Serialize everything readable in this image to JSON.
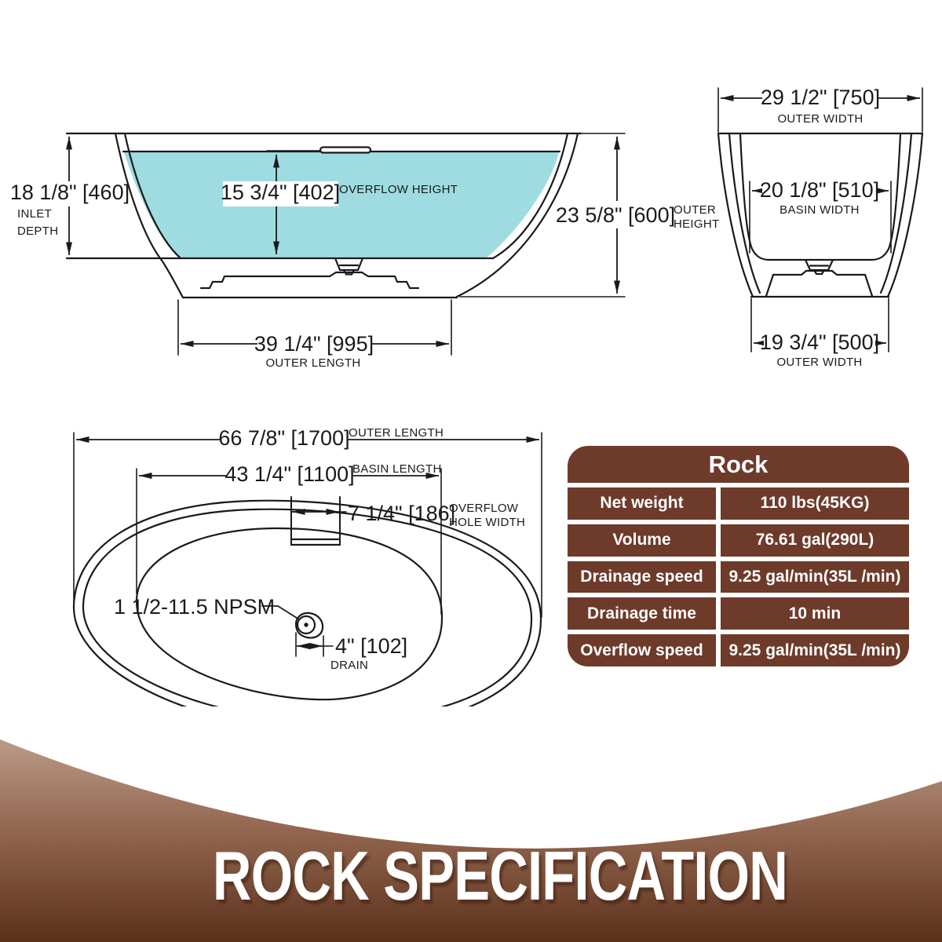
{
  "side_view": {
    "inlet_depth_value": "18 1/8\" [460]",
    "inlet_depth_label_1": "INLET",
    "inlet_depth_label_2": "DEPTH",
    "overflow_height_value": "15 3/4\" [402]",
    "overflow_height_label": "OVERFLOW HEIGHT",
    "outer_height_value": "23 5/8\" [600]",
    "outer_height_label_1": "OUTER",
    "outer_height_label_2": "HEIGHT",
    "outer_length_value": "39 1/4\" [995]",
    "outer_length_label": "OUTER LENGTH",
    "water_color": "#9edce1"
  },
  "end_view": {
    "outer_width_top_value": "29 1/2\" [750]",
    "outer_width_top_label": "OUTER WIDTH",
    "basin_width_value": "20 1/8\" [510]",
    "basin_width_label": "BASIN WIDTH",
    "outer_width_bottom_value": "19 3/4\" [500]",
    "outer_width_bottom_label": "OUTER WIDTH"
  },
  "top_view": {
    "outer_length_value": "66 7/8\" [1700]",
    "outer_length_label": "OUTER LENGTH",
    "basin_length_value": "43 1/4\" [1100]",
    "basin_length_label": "BASIN LENGTH",
    "overflow_hole_value": "7 1/4\" [186]",
    "overflow_hole_label_1": "OVERFLOW",
    "overflow_hole_label_2": "HOLE WIDTH",
    "drain_thread_value": "1 1/2-11.5 NPSM",
    "drain_value": "4\" [102]",
    "drain_label": "DRAIN"
  },
  "spec_table": {
    "title": "Rock",
    "brown": "#6e3a2a",
    "rows": [
      {
        "label": "Net weight",
        "value": "110 lbs(45KG)"
      },
      {
        "label": "Volume",
        "value": "76.61 gal(290L)"
      },
      {
        "label": "Drainage speed",
        "value": "9.25 gal/min(35L /min)"
      },
      {
        "label": "Drainage time",
        "value": "10 min"
      },
      {
        "label": "Overflow speed",
        "value": "9.25 gal/min(35L /min)"
      }
    ]
  },
  "banner": {
    "title": "ROCK SPECIFICATION",
    "gradient_top": "#c9ad9c",
    "gradient_bottom": "#5c311c"
  }
}
